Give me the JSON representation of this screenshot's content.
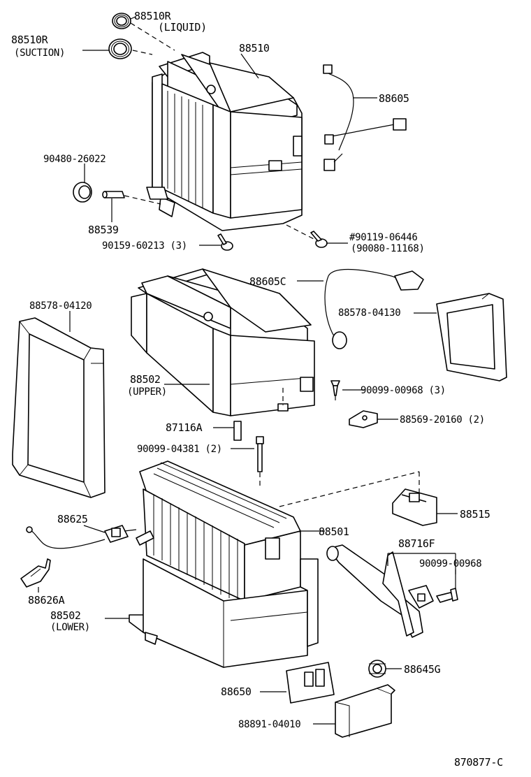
{
  "labels": {
    "l_88510r_liquid_a": "88510R",
    "l_88510r_liquid_b": "(LIQUID)",
    "l_88510r_suction_a": "88510R",
    "l_88510r_suction_b": "(SUCTION)",
    "l_88510": "88510",
    "l_88605": "88605",
    "l_90480": "90480-26022",
    "l_88539": "88539",
    "l_90159": "90159-60213 (3)",
    "l_90119": "#90119-06446",
    "l_90080": "(90080-11168)",
    "l_88605c": "88605C",
    "l_88578_04120": "88578-04120",
    "l_88578_04130": "88578-04130",
    "l_88502u_a": "88502",
    "l_88502u_b": "(UPPER)",
    "l_90099_00968_3": "90099-00968 (3)",
    "l_88569": "88569-20160 (2)",
    "l_87116a": "87116A",
    "l_90099_04381": "90099-04381 (2)",
    "l_88625": "88625",
    "l_88515": "88515",
    "l_88501": "88501",
    "l_88716f": "88716F",
    "l_90099_00968": "90099-00968",
    "l_88626a": "88626A",
    "l_88502l_a": "88502",
    "l_88502l_b": "(LOWER)",
    "l_88645g": "88645G",
    "l_88650": "88650",
    "l_88891": "88891-04010",
    "l_ref": "870877-C"
  }
}
